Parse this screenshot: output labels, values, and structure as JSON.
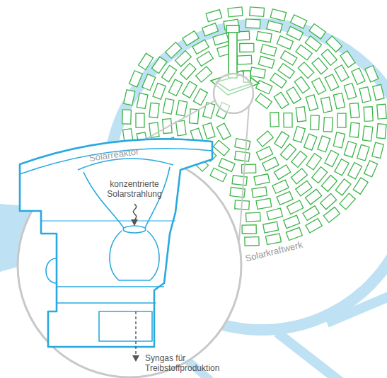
{
  "diagram": {
    "nodes": [
      {
        "text": [
          "Solarkraftwerk"
        ]
      },
      {
        "text": [
          "Solarreaktor",
          "konzentrierte Solarstrahlung"
        ]
      }
    ],
    "labels": [
      "Syngas für Treibstoffproduktion"
    ]
  }
}
